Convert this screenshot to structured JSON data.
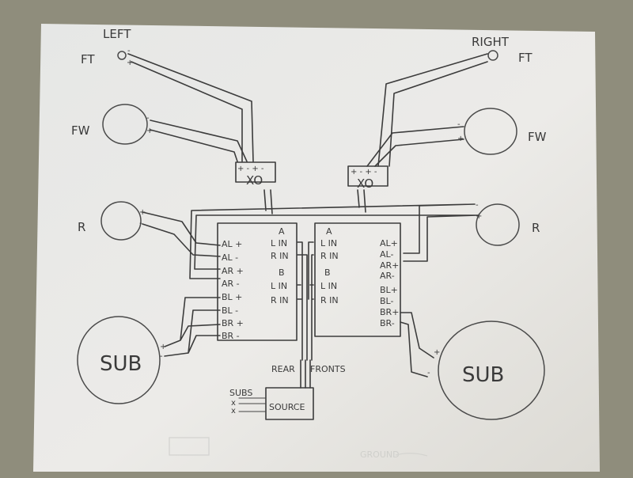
{
  "labels": {
    "left": "LEFT",
    "ft_left": "FT",
    "right": "RIGHT",
    "ft_right": "FT",
    "fw_left": "FW",
    "fw_right": "FW",
    "r_left": "R",
    "r_right": "R",
    "sub_left": "SUB",
    "sub_right": "SUB",
    "xo_left": "XO",
    "xo_right": "XO",
    "source": "SOURCE",
    "rear": "REAR",
    "fronts": "FRONTS",
    "subs": "SUBS",
    "x1": "x",
    "x2": "x",
    "ground": "GROUND"
  },
  "amp_left": {
    "outputs": [
      "AL +",
      "AL -",
      "AR +",
      "AR -",
      "BL +",
      "BL -",
      "BR +",
      "BR -"
    ],
    "inputs": [
      "A",
      "L IN",
      "R IN",
      "B",
      "L IN",
      "R IN"
    ]
  },
  "amp_right": {
    "outputs": [
      "AL+",
      "AL-",
      "AR+",
      "AR-",
      "BL+",
      "BL-",
      "BR+",
      "BR-"
    ],
    "inputs": [
      "A",
      "L IN",
      "R IN",
      "B",
      "L IN",
      "R IN"
    ]
  },
  "colors": {
    "paper": "#e9e9e6",
    "ink": "#3c3c3c",
    "background": "#8f8d7c"
  }
}
